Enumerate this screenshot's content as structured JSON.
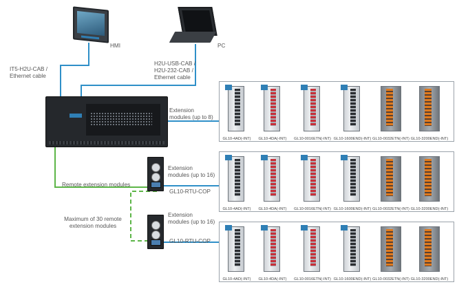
{
  "devices": {
    "hmi_label": "HMI",
    "pc_label": "PC"
  },
  "cables": {
    "hmi_cable": "IT5-H2U-CAB /\nEthernet cable",
    "pc_cable": "H2U-USB-CAB /\nH2U-232-CAB /\nEthernet cable"
  },
  "extension_label_main": "Extension\nmodules (up to 8)",
  "extension_label_rtu1": "Extension\nmodules (up to 16)",
  "extension_label_rtu2": "Extension\nmodules (up to 16)",
  "remote_label": "Remote extension modules",
  "max_label": "Maximum of 30 remote\nextension modules",
  "rtu_name_1": "GL10-RTU-COP",
  "rtu_name_2": "GL10-RTU-COP",
  "modules": [
    "GL10-4AD(-INT)",
    "GL10-4DA(-INT)",
    "GL10-0016ETN(-INT)",
    "GL10-1600END(-INT)",
    "GL10-0032ETN(-INT)",
    "GL10-3200END(-INT)"
  ],
  "colors": {
    "ethernet_blue": "#2e8fc8",
    "remote_green": "#5cb547",
    "module_orange": "#e07a1e"
  }
}
